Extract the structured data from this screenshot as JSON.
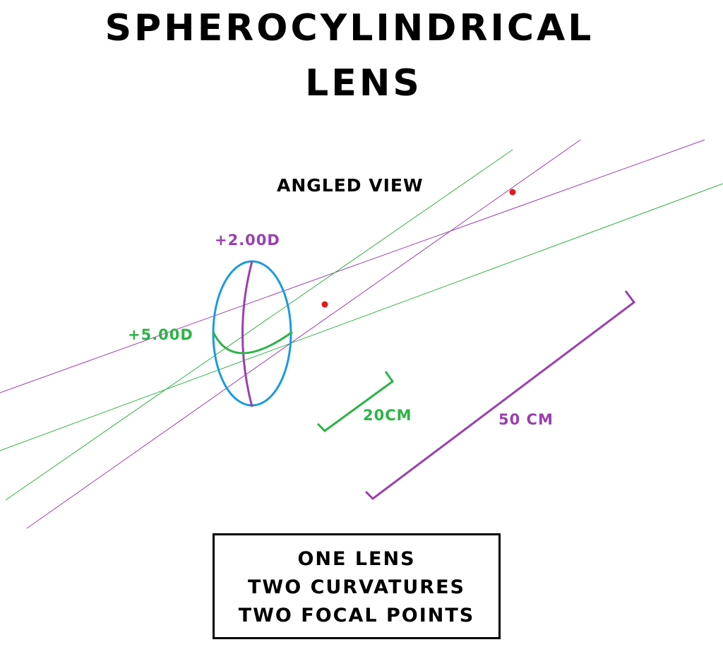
{
  "title": {
    "line1": "SPHEROCYLINDRICAL",
    "line2": "LENS"
  },
  "view_label": "ANGLED VIEW",
  "meridians": [
    {
      "power": "+2.00D",
      "color": "#9b3fb0"
    },
    {
      "power": "+5.00D",
      "color": "#2db346"
    }
  ],
  "distances": [
    {
      "label": "20CM",
      "color": "#2db346"
    },
    {
      "label": "50 CM",
      "color": "#9b3fb0"
    }
  ],
  "summary_box": {
    "lines": [
      "ONE LENS",
      "TWO CURVATURES",
      "TWO FOCAL POINTS"
    ]
  },
  "colors": {
    "lens_outline": "#1a9be0",
    "focal_point": "#e01a1a",
    "text": "#000000"
  }
}
